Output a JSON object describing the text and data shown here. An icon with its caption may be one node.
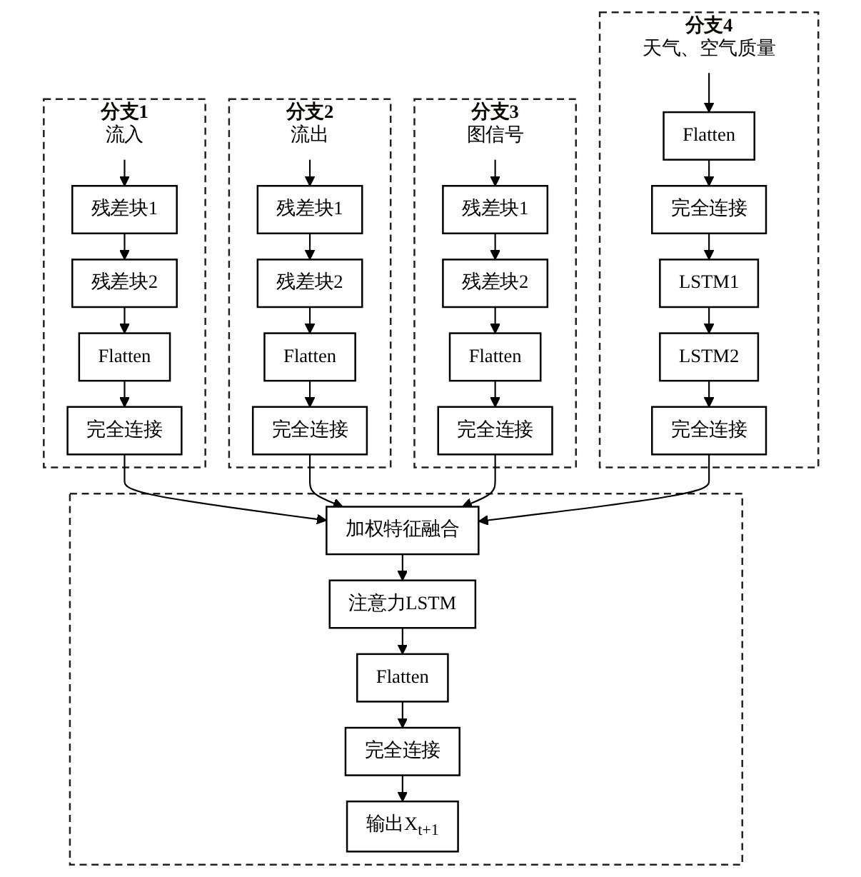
{
  "diagram": {
    "nodes": [
      {
        "text": [
          "分支1"
        ]
      },
      {
        "text": [
          "流入"
        ],
        "in": 0
      },
      {
        "text": [
          "残差块1"
        ],
        "in": 0
      },
      {
        "text": [
          "残差块2"
        ],
        "in": 0
      },
      {
        "text": [
          "Flatten"
        ],
        "in": 0
      },
      {
        "text": [
          "完全连接"
        ],
        "in": 0
      },
      {
        "text": [
          "分支2"
        ]
      },
      {
        "text": [
          "流出"
        ],
        "in": 6
      },
      {
        "text": [
          "残差块1"
        ],
        "in": 6
      },
      {
        "text": [
          "残差块2"
        ],
        "in": 6
      },
      {
        "text": [
          "Flatten"
        ],
        "in": 6
      },
      {
        "text": [
          "完全连接"
        ],
        "in": 6
      },
      {
        "text": [
          "分支3"
        ]
      },
      {
        "text": [
          "图信号"
        ],
        "in": 12
      },
      {
        "text": [
          "残差块1"
        ],
        "in": 12
      },
      {
        "text": [
          "残差块2"
        ],
        "in": 12
      },
      {
        "text": [
          "Flatten"
        ],
        "in": 12
      },
      {
        "text": [
          "完全连接"
        ],
        "in": 12
      },
      {
        "text": [
          "分支4"
        ]
      },
      {
        "text": [
          "天气、空气质量"
        ],
        "in": 18
      },
      {
        "text": [
          "Flatten"
        ],
        "in": 18
      },
      {
        "text": [
          "完全连接"
        ],
        "in": 18
      },
      {
        "text": [
          "LSTM1"
        ],
        "in": 18
      },
      {
        "text": [
          "LSTM2"
        ],
        "in": 18
      },
      {
        "text": [
          "完全连接"
        ],
        "in": 18
      },
      {
        "text": [],
        "shape": "box"
      },
      {
        "text": [
          "加权特征融合"
        ],
        "in": 25
      },
      {
        "text": [
          "注意力LSTM"
        ],
        "in": 25
      },
      {
        "text": [
          "Flatten"
        ],
        "in": 25
      },
      {
        "text": [
          "完全连接"
        ],
        "in": 25
      },
      {
        "text": [
          "输出X$_{t+1}$"
        ],
        "in": 25
      }
    ],
    "edges": [
      {
        "from": 1,
        "to": 2,
        "arrow": "to"
      },
      {
        "from": 2,
        "to": 3,
        "arrow": "to"
      },
      {
        "from": 3,
        "to": 4,
        "arrow": "to"
      },
      {
        "from": 4,
        "to": 5,
        "arrow": "to"
      },
      {
        "from": 7,
        "to": 8,
        "arrow": "to"
      },
      {
        "from": 8,
        "to": 9,
        "arrow": "to"
      },
      {
        "from": 9,
        "to": 10,
        "arrow": "to"
      },
      {
        "from": 10,
        "to": 11,
        "arrow": "to"
      },
      {
        "from": 13,
        "to": 14,
        "arrow": "to"
      },
      {
        "from": 14,
        "to": 15,
        "arrow": "to"
      },
      {
        "from": 15,
        "to": 16,
        "arrow": "to"
      },
      {
        "from": 16,
        "to": 17,
        "arrow": "to"
      },
      {
        "from": 19,
        "to": 20,
        "arrow": "to"
      },
      {
        "from": 20,
        "to": 21,
        "arrow": "to"
      },
      {
        "from": 21,
        "to": 22,
        "arrow": "to"
      },
      {
        "from": 22,
        "to": 23,
        "arrow": "to"
      },
      {
        "from": 23,
        "to": 24,
        "arrow": "to"
      },
      {
        "from": 5,
        "to": 26,
        "arrow": "to"
      },
      {
        "from": 11,
        "to": 26,
        "arrow": "to"
      },
      {
        "from": 17,
        "to": 26,
        "arrow": "to"
      },
      {
        "from": 24,
        "to": 26,
        "arrow": "to"
      },
      {
        "from": 26,
        "to": 27,
        "arrow": "to"
      },
      {
        "from": 27,
        "to": 28,
        "arrow": "to"
      },
      {
        "from": 28,
        "to": 29,
        "arrow": "to"
      },
      {
        "from": 29,
        "to": 30,
        "arrow": "to"
      }
    ]
  }
}
